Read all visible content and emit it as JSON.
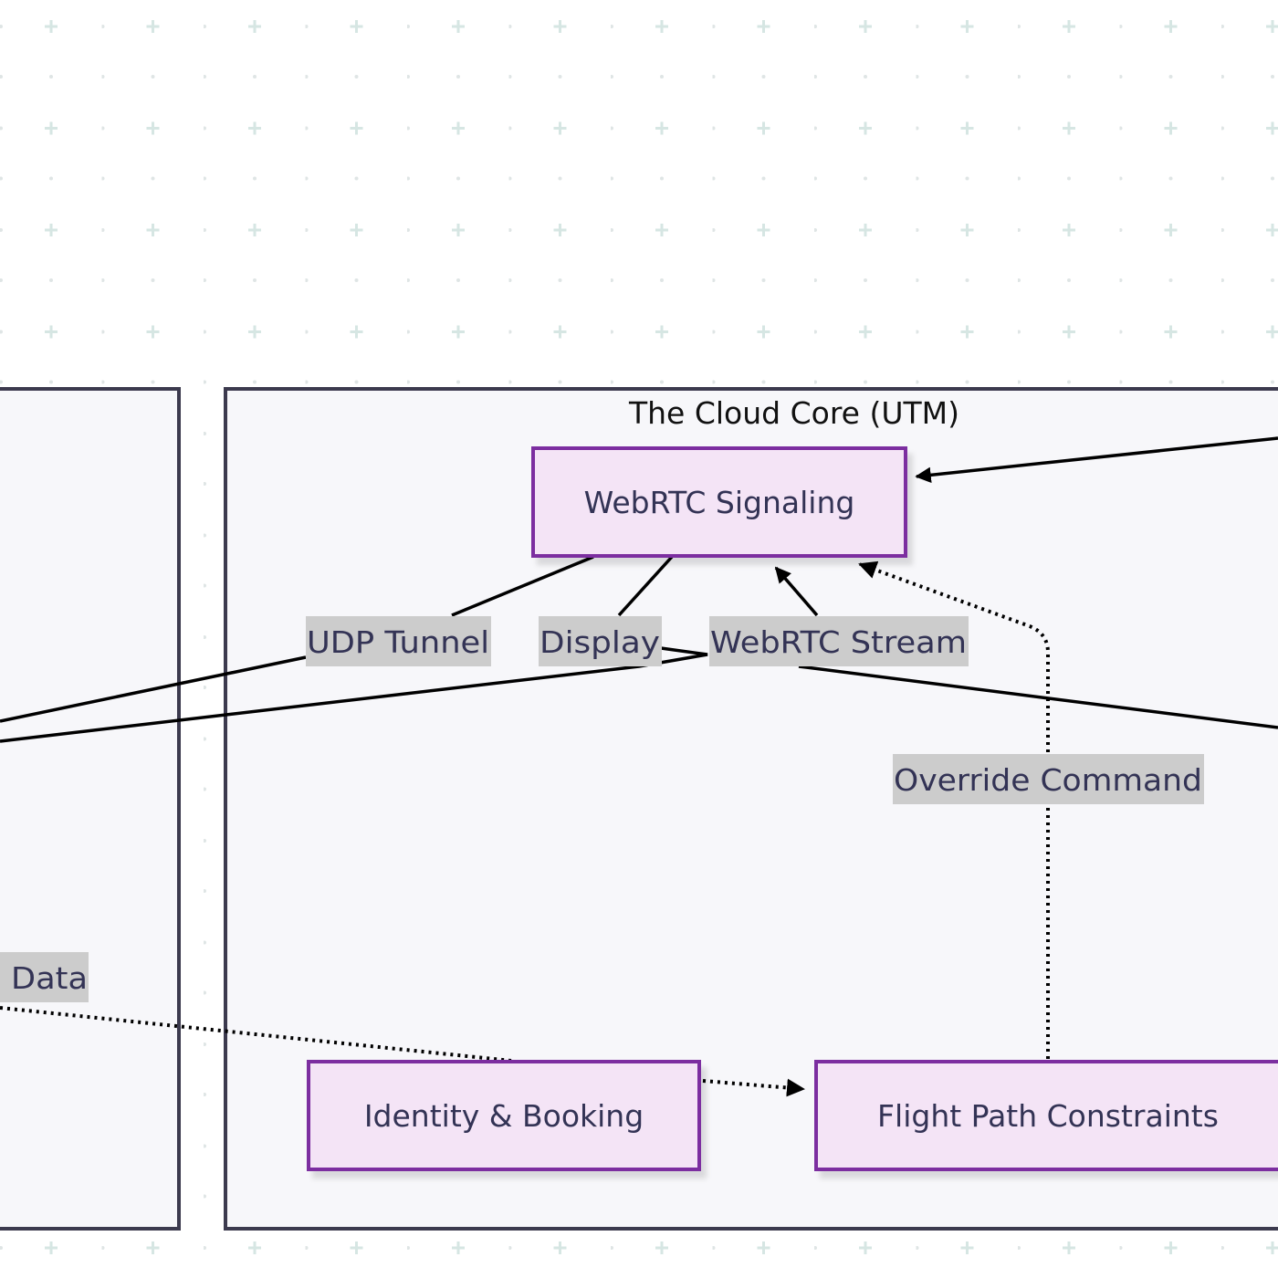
{
  "diagram": {
    "clusters": [
      {
        "id": "left-cluster",
        "title": ""
      },
      {
        "id": "cloud-core",
        "title": "The Cloud Core (UTM)"
      }
    ],
    "nodes": [
      {
        "id": "webrtc-signaling",
        "label": "WebRTC Signaling"
      },
      {
        "id": "identity-booking",
        "label": "Identity & Booking"
      },
      {
        "id": "flight-path-constraints",
        "label": "Flight Path Constraints"
      }
    ],
    "edge_labels": {
      "udp_tunnel": "UDP Tunnel",
      "display": "Display",
      "webrtc_stream": "WebRTC Stream",
      "override_command": "Override Command",
      "data_partial": "Data"
    }
  },
  "colors": {
    "background": "#ffffff",
    "grid": "#d6e6e3",
    "cluster_fill": "#f7f7fa",
    "cluster_stroke": "#3c3a4e",
    "node_fill": "#f4e4f6",
    "node_stroke": "#7b2fa0",
    "edge": "#000000",
    "label_bg": "#cccccc"
  }
}
